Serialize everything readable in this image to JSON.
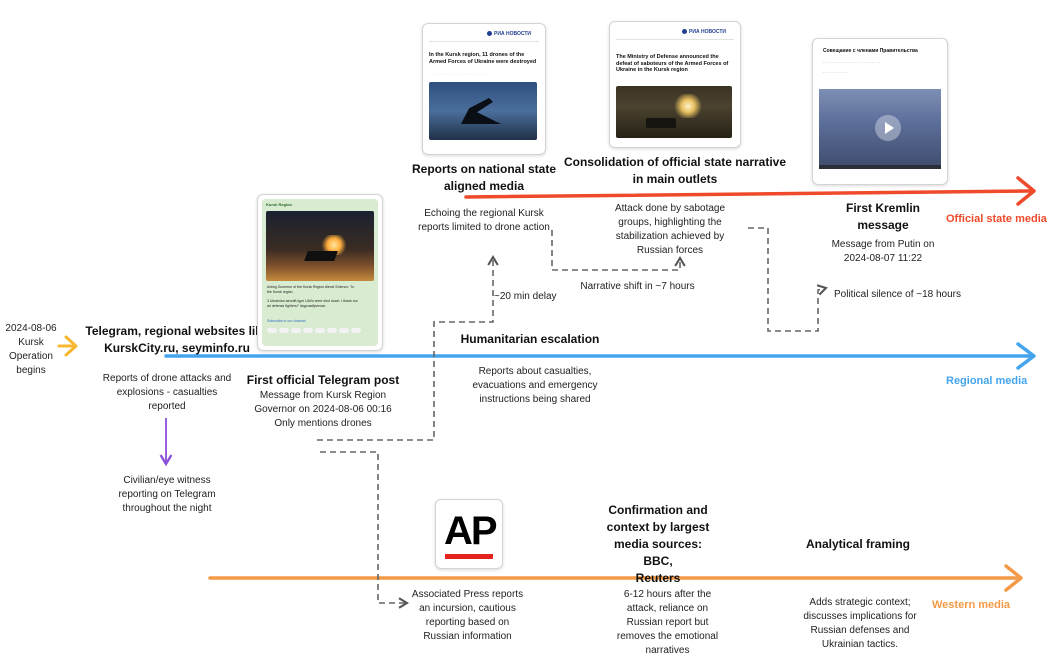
{
  "lanes": {
    "official": {
      "label": "Official state media",
      "color": "#ef4a2b"
    },
    "regional": {
      "label": "Regional media",
      "color": "#45a4ee"
    },
    "western": {
      "label": "Western media",
      "color": "#f49a47"
    }
  },
  "start": {
    "line1": "2024-08-06",
    "line2": "Kursk",
    "line3": "Operation",
    "line4": "begins"
  },
  "regional_origin": {
    "title1": "Telegram, regional websites like",
    "title2": "KurskCity.ru, seyminfo.ru",
    "desc1": "Reports of drone attacks and",
    "desc2": "explosions - casualties",
    "desc3": "reported",
    "witness1": "Civilian/eye witness",
    "witness2": "reporting on Telegram",
    "witness3": "throughout the night"
  },
  "telegram_post": {
    "title": "First official Telegram post",
    "desc1": "Message from Kursk Region",
    "desc2": "Governor on 2024-08-06 00:16",
    "desc3": "Only mentions drones",
    "card": {
      "header": "Kursk Region",
      "text1": "Acting Governor of the Kursk Region Alexei Smirnov: \"In",
      "text2": "the Kursk region,",
      "text3": "3 Ukrainian aircraft-type UAVs were shot down. I thank our",
      "text4": "air defense fighters!\" #курскийрегион",
      "link": "Subscribe to our channel"
    }
  },
  "delay_note": "~20 min delay",
  "national_media": {
    "title1": "Reports on national state",
    "title2": "aligned media",
    "desc1": "Echoing the regional Kursk",
    "desc2": "reports limited to drone action",
    "card": {
      "logo": "РИА НОВОСТИ",
      "headline": "In the Kursk region, 11 drones of the Armed Forces of Ukraine were destroyed"
    }
  },
  "consolidation": {
    "title1": "Consolidation of official state narrative",
    "title2": "in main outlets",
    "desc1": "Attack done by sabotage",
    "desc2": "groups, highlighting the",
    "desc3": "stabilization achieved by",
    "desc4": "Russian forces",
    "shift_note": "Narrative shift in ~7 hours",
    "card": {
      "logo": "РИА НОВОСТИ",
      "headline": "The Ministry of Defense announced the defeat of saboteurs of the Armed Forces of Ukraine in the Kursk region"
    }
  },
  "kremlin": {
    "title1": "First Kremlin",
    "title2": "message",
    "desc1": "Message from Putin on",
    "desc2": "2024-08-07 11:22",
    "silence_note": "Political silence of ~18 hours",
    "card": {
      "title": "Совещание с членами Правительства"
    }
  },
  "humanitarian": {
    "title": "Humanitarian escalation",
    "desc1": "Reports about casualties,",
    "desc2": "evacuations and emergency",
    "desc3": "instructions being shared"
  },
  "ap": {
    "logo": "AP",
    "desc1": "Associated Press reports",
    "desc2": "an incursion, cautious",
    "desc3": "reporting based on",
    "desc4": "Russian information"
  },
  "confirmation": {
    "title1": "Confirmation and",
    "title2": "context by largest",
    "title3": "media sources: BBC,",
    "title4": "Reuters",
    "desc1": "6-12 hours after the",
    "desc2": "attack,  reliance on",
    "desc3": "Russian report but",
    "desc4": "removes the emotional",
    "desc5": "narratives"
  },
  "analytical": {
    "title": "Analytical framing",
    "desc1": "Adds strategic context;",
    "desc2": "discusses implications for",
    "desc3": "Russian defenses and",
    "desc4": "Ukrainian tactics."
  }
}
